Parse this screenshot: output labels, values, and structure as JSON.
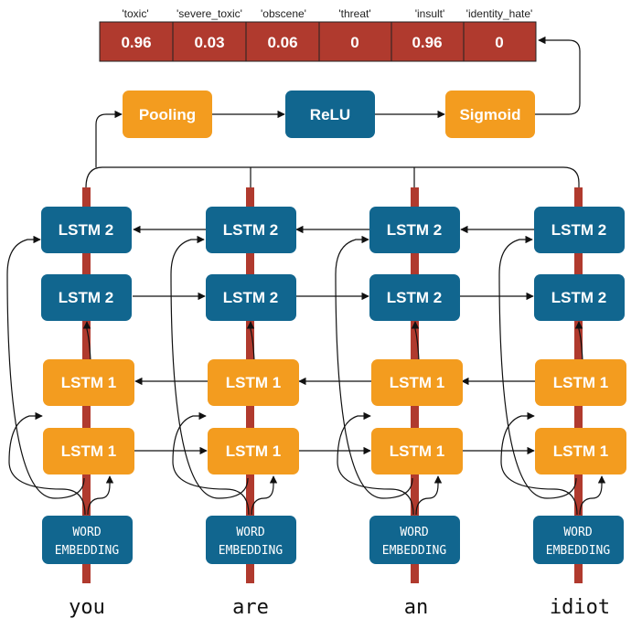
{
  "output": {
    "labels": [
      "'toxic'",
      "'severe_toxic'",
      "'obscene'",
      "'threat'",
      "'insult'",
      "'identity_hate'"
    ],
    "values": [
      "0.96",
      "0.03",
      "0.06",
      "0",
      "0.96",
      "0"
    ]
  },
  "head": {
    "pooling": "Pooling",
    "relu": "ReLU",
    "sigmoid": "Sigmoid"
  },
  "layers": {
    "lstm2": "LSTM 2",
    "lstm1": "LSTM 1",
    "embedding_line1": "WORD",
    "embedding_line2": "EMBEDDING"
  },
  "words": [
    "you",
    "are",
    "an",
    "idiot"
  ],
  "colors": {
    "output_cell": "#b03a2e",
    "blue_box": "#11668f",
    "orange_box": "#f39c1f",
    "column_bar": "#b03a2e"
  }
}
